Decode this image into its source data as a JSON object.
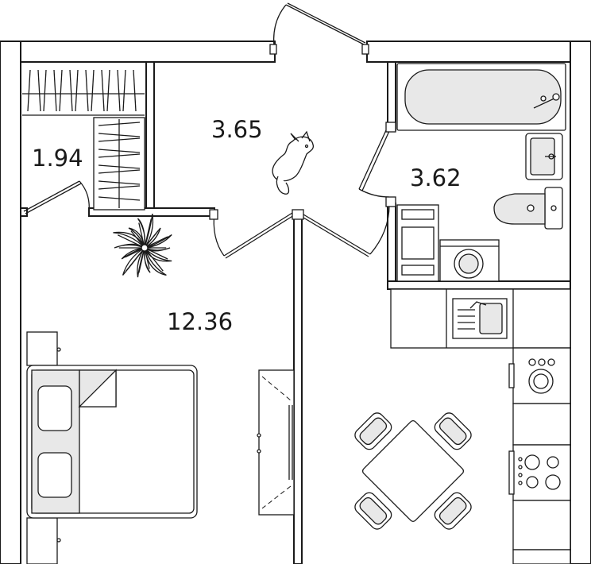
{
  "rooms": [
    {
      "id": "wardrobe",
      "area": "1.94"
    },
    {
      "id": "hall",
      "area": "3.65"
    },
    {
      "id": "bathroom",
      "area": "3.62"
    },
    {
      "id": "living",
      "area": "12.36"
    }
  ],
  "colors": {
    "line": "#1a1a1a",
    "fixture_fill": "#e8e8e8",
    "background": "#ffffff"
  }
}
